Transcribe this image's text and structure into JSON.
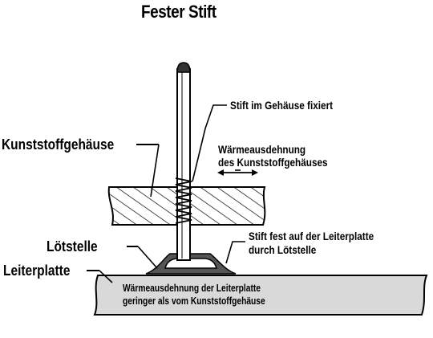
{
  "title": "Fester Stift",
  "labels": {
    "housing": "Kunststoffgehäuse",
    "solder_joint": "Lötstelle",
    "circuit_board": "Leiterplatte",
    "pin_fixed_in_housing": "Stift im Gehäuse fixiert",
    "thermal_expansion_housing_line1": "Wärmeausdehnung",
    "thermal_expansion_housing_line2": "des Kunststoffgehäuses",
    "pin_fixed_on_board_line1": "Stift fest auf der Leiterplatte",
    "pin_fixed_on_board_line2": "durch Lötstelle",
    "board_expansion_line1": "Wärmeausdehnung der Leiterplatte",
    "board_expansion_line2": "geringer als vom Kunststoffgehäuse"
  },
  "colors": {
    "ink": "#000000",
    "board_fill": "#d9d9d9",
    "solder_fill": "#555555",
    "background": "#ffffff"
  }
}
